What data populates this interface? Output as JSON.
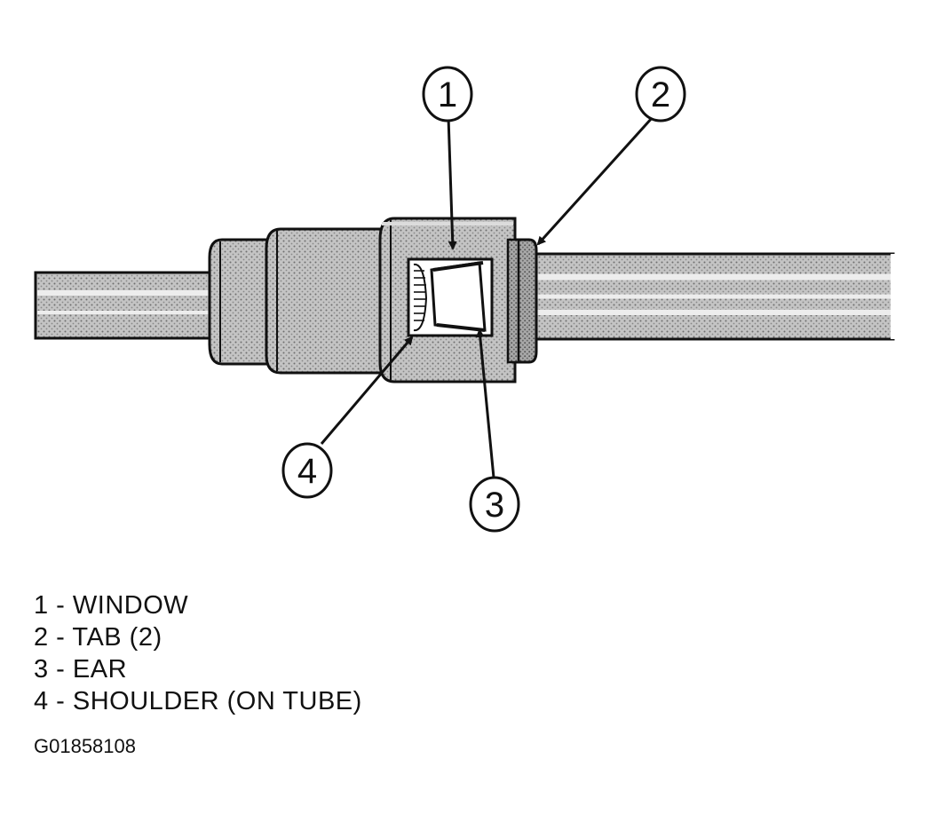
{
  "callouts": [
    {
      "number": "1",
      "part": "WINDOW"
    },
    {
      "number": "2",
      "part": "TAB (2)"
    },
    {
      "number": "3",
      "part": "EAR"
    },
    {
      "number": "4",
      "part": "SHOULDER (ON TUBE)"
    }
  ],
  "legend": [
    "1 - WINDOW",
    "2 - TAB (2)",
    "3 - EAR",
    "4 - SHOULDER (ON TUBE)"
  ],
  "figure_id": "G01858108",
  "colors": {
    "line": "#111111",
    "shade_light": "#bdbdbd",
    "shade_mid": "#9a9a9a",
    "shade_dark": "#7a7a7a",
    "background": "#ffffff"
  }
}
